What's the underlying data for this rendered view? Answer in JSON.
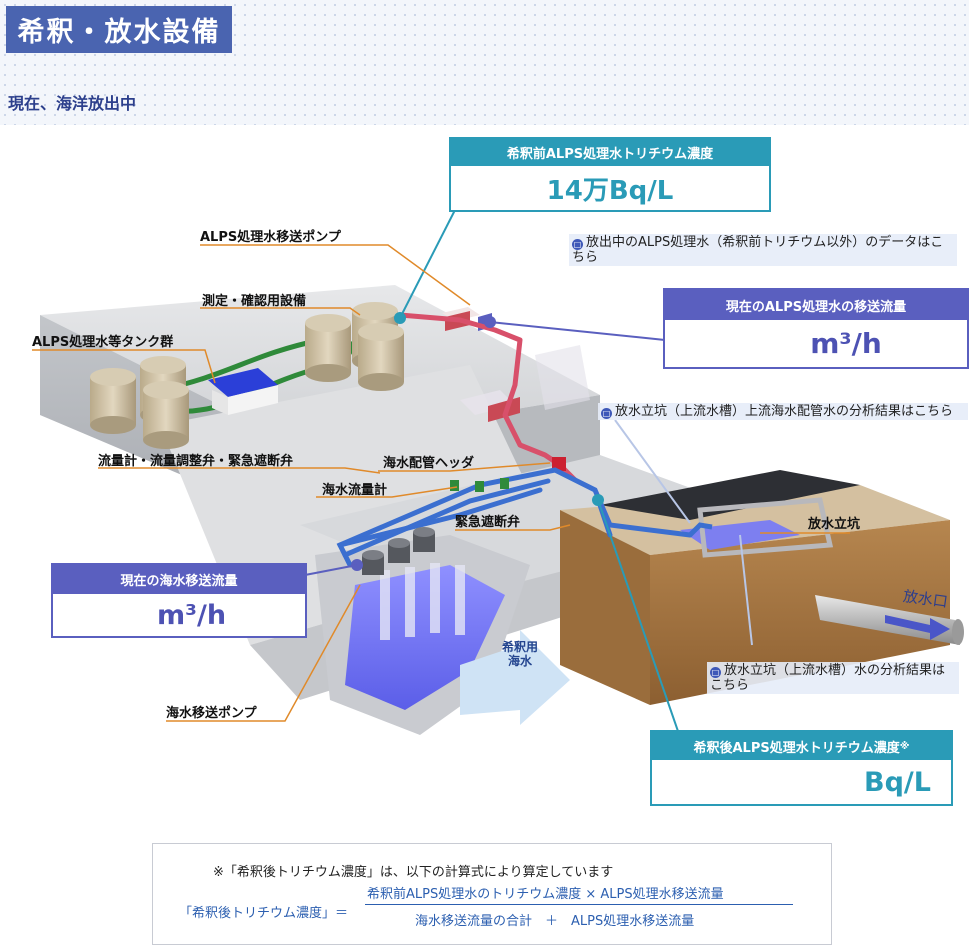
{
  "header": {
    "title": "希釈・放水設備",
    "status": "現在、海洋放出中"
  },
  "labels": {
    "alps_transfer_pump": "ALPS処理水移送ポンプ",
    "measure_confirm": "測定・確認用設備",
    "tank_group": "ALPS処理水等タンク群",
    "flowmeter_valves": "流量計・流量調整弁・緊急遮断弁",
    "seawater_header": "海水配管ヘッダ",
    "seawater_flowmeter": "海水流量計",
    "emergency_valve": "緊急遮断弁",
    "discharge_shaft": "放水立坑",
    "seawater_pump": "海水移送ポンプ",
    "dilution_seawater": "希釈用\n海水",
    "discharge_outlet": "放水口"
  },
  "panels": {
    "pre_dilution": {
      "header": "希釈前ALPS処理水トリチウム濃度",
      "value": "14万Bq/L"
    },
    "alps_flow": {
      "header": "現在のALPS処理水の移送流量",
      "value": "m³/h"
    },
    "seawater_flow": {
      "header": "現在の海水移送流量",
      "value": "m³/h"
    },
    "post_dilution": {
      "header": "希釈後ALPS処理水トリチウム濃度",
      "header_mark": "※",
      "value": "Bq/L"
    }
  },
  "links": {
    "alps_data": "放出中のALPS処理水（希釈前トリチウム以外）のデータはこちら",
    "upstream_seawater": "放水立坑（上流水槽）上流海水配管水の分析結果はこちら",
    "shaft_water": "放水立坑（上流水槽）水の分析結果はこちら"
  },
  "formula": {
    "note": "※「希釈後トリチウム濃度」は、以下の計算式により算定しています",
    "lhs": "「希釈後トリチウム濃度」＝",
    "numerator": "希釈前ALPS処理水のトリチウム濃度 × ALPS処理水移送流量",
    "denominator": "海水移送流量の合計　＋　ALPS処理水移送流量"
  },
  "colors": {
    "title_bg": "#4a64b0",
    "teal": "#2a9bb7",
    "purple": "#5a5fbf",
    "callout_line": "#e08a2a",
    "alps_pipe": "#d8506a",
    "seawater_pipe": "#3b6fd0",
    "tank_pipe": "#2f8a3a"
  }
}
